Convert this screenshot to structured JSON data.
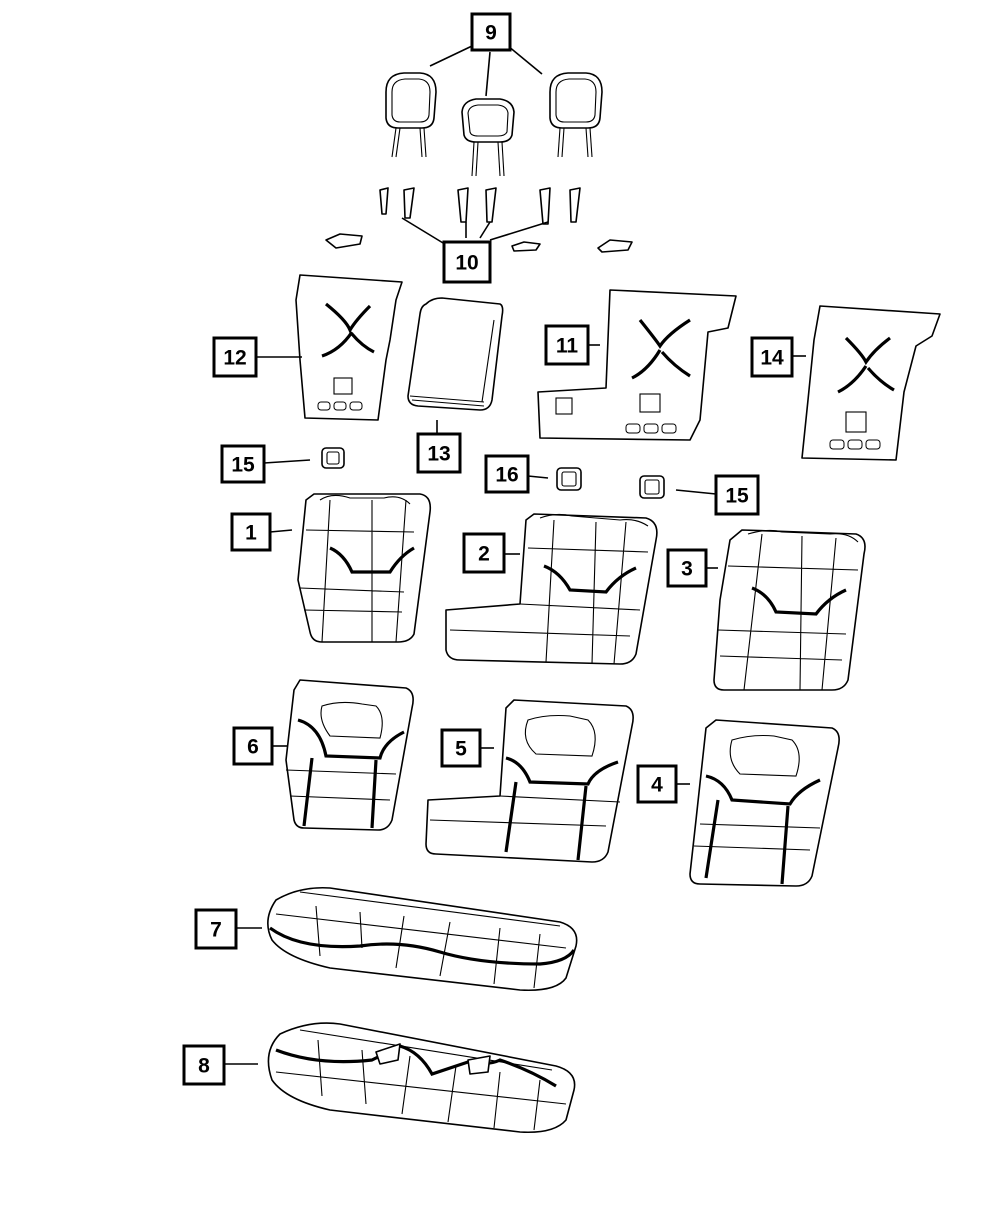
{
  "diagram": {
    "callouts": [
      {
        "id": "c9",
        "label": "9"
      },
      {
        "id": "c10",
        "label": "10"
      },
      {
        "id": "c12",
        "label": "12"
      },
      {
        "id": "c11",
        "label": "11"
      },
      {
        "id": "c14",
        "label": "14"
      },
      {
        "id": "c13",
        "label": "13"
      },
      {
        "id": "c15a",
        "label": "15"
      },
      {
        "id": "c16",
        "label": "16"
      },
      {
        "id": "c15b",
        "label": "15"
      },
      {
        "id": "c1",
        "label": "1"
      },
      {
        "id": "c2",
        "label": "2"
      },
      {
        "id": "c3",
        "label": "3"
      },
      {
        "id": "c6",
        "label": "6"
      },
      {
        "id": "c5",
        "label": "5"
      },
      {
        "id": "c4",
        "label": "4"
      },
      {
        "id": "c7",
        "label": "7"
      },
      {
        "id": "c8",
        "label": "8"
      }
    ]
  }
}
